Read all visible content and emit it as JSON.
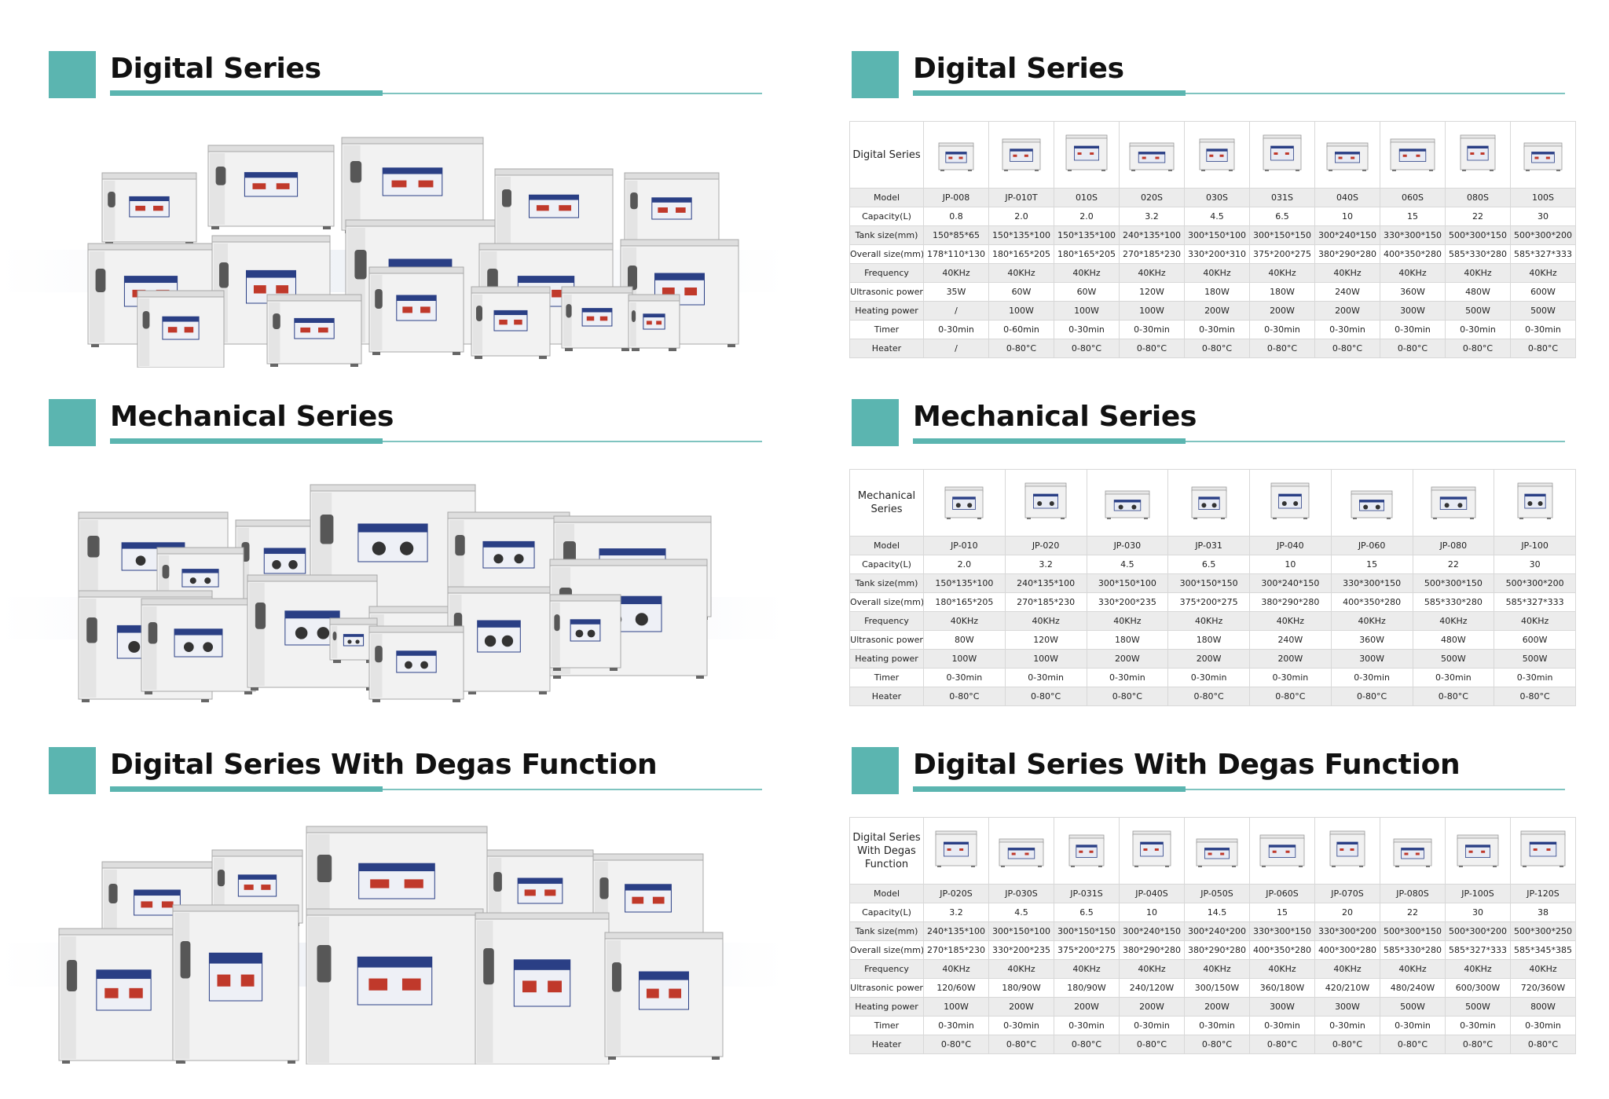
{
  "theme": {
    "accent": "#5bb5b0",
    "line": "#7fc4c0"
  },
  "sections": [
    {
      "title": "Digital Series",
      "table": {
        "corner": "Digital Series",
        "columns": 10,
        "rows": [
          {
            "label": "Model",
            "values": [
              "JP-008",
              "JP-010T",
              "010S",
              "020S",
              "030S",
              "031S",
              "040S",
              "060S",
              "080S",
              "100S"
            ]
          },
          {
            "label": "Capacity(L)",
            "values": [
              "0.8",
              "2.0",
              "2.0",
              "3.2",
              "4.5",
              "6.5",
              "10",
              "15",
              "22",
              "30"
            ]
          },
          {
            "label": "Tank size(mm)",
            "values": [
              "150*85*65",
              "150*135*100",
              "150*135*100",
              "240*135*100",
              "300*150*100",
              "300*150*150",
              "300*240*150",
              "330*300*150",
              "500*300*150",
              "500*300*200"
            ]
          },
          {
            "label": "Overall size(mm)",
            "values": [
              "178*110*130",
              "180*165*205",
              "180*165*205",
              "270*185*230",
              "330*200*310",
              "375*200*275",
              "380*290*280",
              "400*350*280",
              "585*330*280",
              "585*327*333"
            ]
          },
          {
            "label": "Frequency",
            "values": [
              "40KHz",
              "40KHz",
              "40KHz",
              "40KHz",
              "40KHz",
              "40KHz",
              "40KHz",
              "40KHz",
              "40KHz",
              "40KHz"
            ]
          },
          {
            "label": "Ultrasonic power",
            "values": [
              "35W",
              "60W",
              "60W",
              "120W",
              "180W",
              "180W",
              "240W",
              "360W",
              "480W",
              "600W"
            ]
          },
          {
            "label": "Heating power",
            "values": [
              "/",
              "100W",
              "100W",
              "100W",
              "200W",
              "200W",
              "200W",
              "300W",
              "500W",
              "500W"
            ]
          },
          {
            "label": "Timer",
            "values": [
              "0-30min",
              "0-60min",
              "0-30min",
              "0-30min",
              "0-30min",
              "0-30min",
              "0-30min",
              "0-30min",
              "0-30min",
              "0-30min"
            ]
          },
          {
            "label": "Heater",
            "values": [
              "/",
              "0-80°C",
              "0-80°C",
              "0-80°C",
              "0-80°C",
              "0-80°C",
              "0-80°C",
              "0-80°C",
              "0-80°C",
              "0-80°C"
            ]
          }
        ]
      }
    },
    {
      "title": "Mechanical Series",
      "table": {
        "corner": "Mechanical Series",
        "columns": 8,
        "rows": [
          {
            "label": "Model",
            "values": [
              "JP-010",
              "JP-020",
              "JP-030",
              "JP-031",
              "JP-040",
              "JP-060",
              "JP-080",
              "JP-100"
            ]
          },
          {
            "label": "Capacity(L)",
            "values": [
              "2.0",
              "3.2",
              "4.5",
              "6.5",
              "10",
              "15",
              "22",
              "30"
            ]
          },
          {
            "label": "Tank size(mm)",
            "values": [
              "150*135*100",
              "240*135*100",
              "300*150*100",
              "300*150*150",
              "300*240*150",
              "330*300*150",
              "500*300*150",
              "500*300*200"
            ]
          },
          {
            "label": "Overall size(mm)",
            "values": [
              "180*165*205",
              "270*185*230",
              "330*200*235",
              "375*200*275",
              "380*290*280",
              "400*350*280",
              "585*330*280",
              "585*327*333"
            ]
          },
          {
            "label": "Frequency",
            "values": [
              "40KHz",
              "40KHz",
              "40KHz",
              "40KHz",
              "40KHz",
              "40KHz",
              "40KHz",
              "40KHz"
            ]
          },
          {
            "label": "Ultrasonic power",
            "values": [
              "80W",
              "120W",
              "180W",
              "180W",
              "240W",
              "360W",
              "480W",
              "600W"
            ]
          },
          {
            "label": "Heating power",
            "values": [
              "100W",
              "100W",
              "200W",
              "200W",
              "200W",
              "300W",
              "500W",
              "500W"
            ]
          },
          {
            "label": "Timer",
            "values": [
              "0-30min",
              "0-30min",
              "0-30min",
              "0-30min",
              "0-30min",
              "0-30min",
              "0-30min",
              "0-30min"
            ]
          },
          {
            "label": "Heater",
            "values": [
              "0-80°C",
              "0-80°C",
              "0-80°C",
              "0-80°C",
              "0-80°C",
              "0-80°C",
              "0-80°C",
              "0-80°C"
            ]
          }
        ]
      }
    },
    {
      "title": "Digital Series With Degas Function",
      "table": {
        "corner": "Digital Series With Degas Function",
        "columns": 10,
        "rows": [
          {
            "label": "Model",
            "values": [
              "JP-020S",
              "JP-030S",
              "JP-031S",
              "JP-040S",
              "JP-050S",
              "JP-060S",
              "JP-070S",
              "JP-080S",
              "JP-100S",
              "JP-120S"
            ]
          },
          {
            "label": "Capacity(L)",
            "values": [
              "3.2",
              "4.5",
              "6.5",
              "10",
              "14.5",
              "15",
              "20",
              "22",
              "30",
              "38"
            ]
          },
          {
            "label": "Tank size(mm)",
            "values": [
              "240*135*100",
              "300*150*100",
              "300*150*150",
              "300*240*150",
              "300*240*200",
              "330*300*150",
              "330*300*200",
              "500*300*150",
              "500*300*200",
              "500*300*250"
            ]
          },
          {
            "label": "Overall size(mm)",
            "values": [
              "270*185*230",
              "330*200*235",
              "375*200*275",
              "380*290*280",
              "380*290*280",
              "400*350*280",
              "400*300*280",
              "585*330*280",
              "585*327*333",
              "585*345*385"
            ]
          },
          {
            "label": "Frequency",
            "values": [
              "40KHz",
              "40KHz",
              "40KHz",
              "40KHz",
              "40KHz",
              "40KHz",
              "40KHz",
              "40KHz",
              "40KHz",
              "40KHz"
            ]
          },
          {
            "label": "Ultrasonic power",
            "values": [
              "120/60W",
              "180/90W",
              "180/90W",
              "240/120W",
              "300/150W",
              "360/180W",
              "420/210W",
              "480/240W",
              "600/300W",
              "720/360W"
            ]
          },
          {
            "label": "Heating power",
            "values": [
              "100W",
              "200W",
              "200W",
              "200W",
              "200W",
              "300W",
              "300W",
              "500W",
              "500W",
              "800W"
            ]
          },
          {
            "label": "Timer",
            "values": [
              "0-30min",
              "0-30min",
              "0-30min",
              "0-30min",
              "0-30min",
              "0-30min",
              "0-30min",
              "0-30min",
              "0-30min",
              "0-30min"
            ]
          },
          {
            "label": "Heater",
            "values": [
              "0-80°C",
              "0-80°C",
              "0-80°C",
              "0-80°C",
              "0-80°C",
              "0-80°C",
              "0-80°C",
              "0-80°C",
              "0-80°C",
              "0-80°C"
            ]
          }
        ]
      }
    }
  ]
}
